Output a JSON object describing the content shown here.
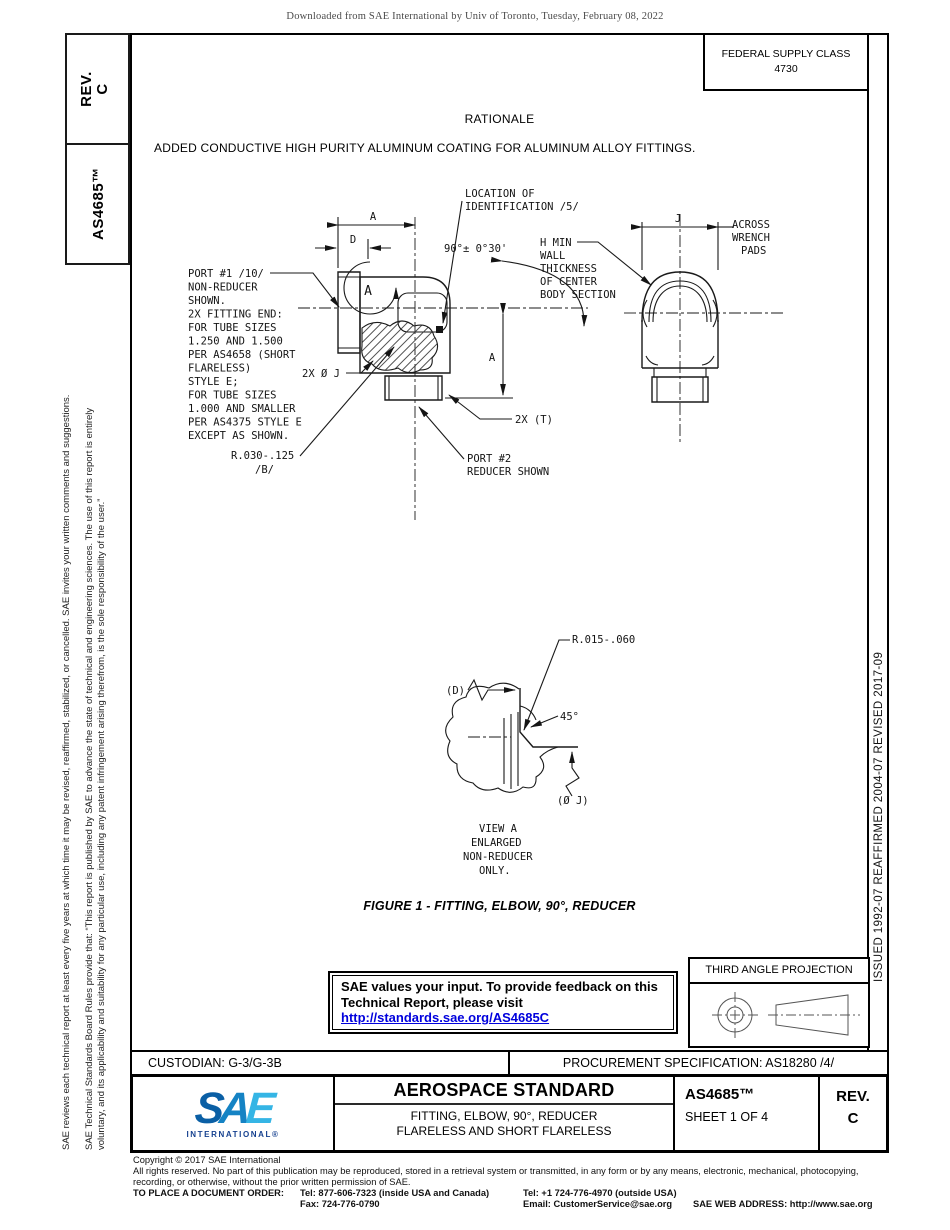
{
  "page": {
    "download_notice": "Downloaded from SAE International by Univ of Toronto, Tuesday, February 08, 2022"
  },
  "colors": {
    "link_blue": "#0000dd",
    "logo_s_blue": "#0a5fa5",
    "logo_a_blue": "#1583c4",
    "logo_e_blue": "#35b5e5",
    "logo_navy": "#16418f"
  },
  "left_margin": {
    "rev_label": "REV.",
    "rev_value": "C",
    "doc_number": "AS4685™",
    "disclaimer_line1": "SAE Technical Standards Board Rules provide that: “This report is published by SAE to advance the state of technical and engineering sciences. The use of this report is entirely",
    "disclaimer_line2": "voluntary, and its applicability and suitability for any particular use, including any patent infringement arising therefrom, is the sole responsibility of the user.”",
    "review_notice": "SAE reviews each technical report at least every five years at which time it may be revised, reaffirmed, stabilized, or cancelled. SAE invites your written comments and suggestions."
  },
  "right_margin": {
    "history": "ISSUED 1992-07      REAFFIRMED 2004-07      REVISED 2017-09"
  },
  "header": {
    "fsc_label": "FEDERAL SUPPLY CLASS",
    "fsc_value": "4730",
    "rationale_title": "RATIONALE",
    "rationale_text": "ADDED CONDUCTIVE HIGH PURITY ALUMINUM COATING FOR ALUMINUM ALLOY FITTINGS."
  },
  "drawing": {
    "labels": {
      "location_1": "LOCATION OF",
      "location_2": "IDENTIFICATION /5/",
      "dim_a": "A",
      "dim_d": "D",
      "angle_tol": "90°± 0°30'",
      "h_min": [
        "H MIN",
        "WALL",
        "THICKNESS",
        "OF CENTER",
        "BODY SECTION"
      ],
      "dim_j": "J",
      "across": [
        "ACROSS",
        "WRENCH",
        "PADS"
      ],
      "port1": [
        "PORT #1 /10/",
        "NON-REDUCER",
        "SHOWN.",
        "2X FITTING END:",
        "FOR TUBE SIZES",
        "1.250 AND 1.500",
        "PER AS4658 (SHORT",
        "FLARELESS)",
        "STYLE E;",
        "FOR TUBE SIZES",
        "1.000 AND SMALLER",
        "PER AS4375 STYLE E",
        "EXCEPT AS SHOWN."
      ],
      "view_letter": "A",
      "dia_j": "2X Ø J",
      "dim_a_right": "A",
      "t_ref": "2X (T)",
      "port2": [
        "PORT #2",
        "REDUCER SHOWN"
      ],
      "radius_1": "R.030-.125",
      "radius_2": "/B/",
      "detail_radius": "R.015-.060",
      "detail_d": "(D)",
      "detail_angle": "45°",
      "detail_dia": "(Ø J)",
      "view_caption": [
        "VIEW A",
        "ENLARGED",
        "NON-REDUCER",
        "ONLY."
      ]
    },
    "figure_caption": "FIGURE 1 - FITTING, ELBOW, 90°, REDUCER"
  },
  "feedback": {
    "line1": "SAE values your input. To provide feedback on this",
    "line2": "Technical Report, please visit",
    "link": "http://standards.sae.org/AS4685C"
  },
  "projection": {
    "title": "THIRD ANGLE PROJECTION"
  },
  "custodian": {
    "custodian": "CUSTODIAN: G-3/G-3B",
    "procurement": "PROCUREMENT SPECIFICATION: AS18280 /4/"
  },
  "title_block": {
    "logo_s": "S",
    "logo_a": "A",
    "logo_e": "E",
    "logo_sub": "INTERNATIONAL®",
    "kind": "AEROSPACE STANDARD",
    "title1": "FITTING, ELBOW, 90°, REDUCER",
    "title2": "FLARELESS AND SHORT FLARELESS",
    "number": "AS4685™",
    "sheet": "SHEET 1 OF 4",
    "rev_label": "REV.",
    "rev_value": "C"
  },
  "footer": {
    "copyright": "Copyright © 2017 SAE International",
    "rights_line1": "All rights reserved. No part of this publication may be reproduced, stored in a retrieval system or transmitted, in any form or by any means, electronic, mechanical, photocopying,",
    "rights_line2": "recording, or otherwise, without the prior written permission of SAE.",
    "order_label": "TO PLACE A DOCUMENT ORDER:",
    "tel_inside": "Tel: 877-606-7323 (inside USA and Canada)",
    "tel_outside": "Tel: +1 724-776-4970 (outside USA)",
    "fax": "Fax: 724-776-0790",
    "email": "Email: CustomerService@sae.org",
    "web": "SAE WEB ADDRESS: http://www.sae.org"
  }
}
